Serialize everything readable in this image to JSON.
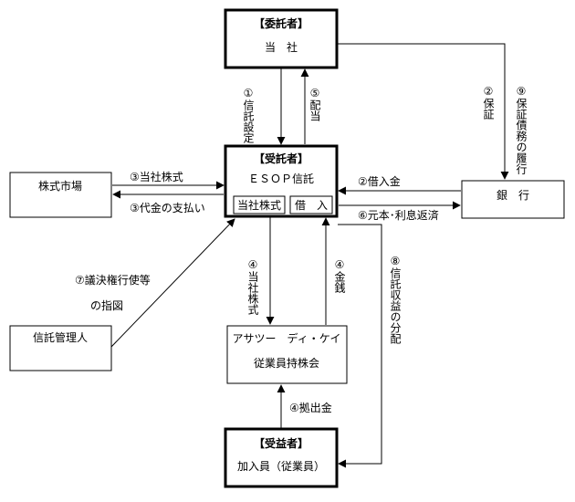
{
  "boxes": {
    "itakusha": {
      "title": "【委託者】",
      "body": "当　社"
    },
    "jutakusha": {
      "title": "【受託者】",
      "body": "ＥＳＯＰ信託",
      "cell_left": "当社株式",
      "cell_right": "借　入"
    },
    "juekisha": {
      "title": "【受益者】",
      "body": "加入員（従業員）"
    },
    "market": {
      "label": "株式市場"
    },
    "bank": {
      "label": "銀　行"
    },
    "trust_admin": {
      "label": "信託管理人"
    },
    "esop_assoc": {
      "line1": "アサツー　ディ・ケイ",
      "line2": "従業員持株会"
    }
  },
  "flows": {
    "f1": "①信託設定",
    "f2_guarantee": "②保証",
    "f2_borrow": "②借入金",
    "f3_shares": "③当社株式",
    "f3_payment": "③代金の支払い",
    "f4_shares": "④当社株式",
    "f4_money": "④金銭",
    "f4_contrib": "④拠出金",
    "f5": "⑤配当",
    "f6": "⑥元本･利息返済",
    "f7_line1": "⑦議決権行使等",
    "f7_line2": "の指図",
    "f8": "⑧信託収益の分配",
    "f9": "⑨保証債務の履行"
  }
}
